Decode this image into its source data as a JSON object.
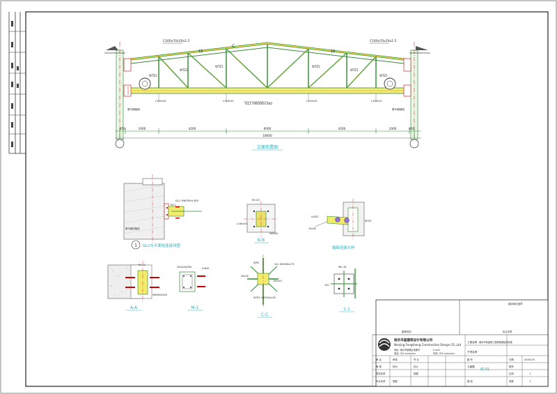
{
  "drawing": {
    "elevation_title": "立面布置图",
    "dims_top": [
      "450",
      "1000",
      "4200",
      "6000",
      "4200",
      "1000",
      "950"
    ],
    "dim_total": "18000",
    "purlin_label_left": "C160x70x20x2.5",
    "purlin_label_right": "C160x70x20x2.5",
    "slope_label_left": "15",
    "slope_label_right": "15",
    "section_mark_c": "C",
    "bottom_chord_label": "GL1 HW300×300",
    "member_labels": [
      "WTZ1",
      "WTZ1",
      "WTZ1",
      "WTZ1",
      "WTZ1",
      "WTZ1"
    ],
    "detail_labels": {
      "gl2": "GL2与平面柱连接详图",
      "gl2_number": "1",
      "bb": "B-B",
      "aa": "A-A",
      "m1": "M-1",
      "cc": "C-C",
      "s11": "1-1",
      "support": "端部连接大样"
    }
  },
  "title_block": {
    "company_cn": "南京丰盛建筑设计有限公司",
    "company_en": "Nanjing Fengsheng Construction Design CO.,Ltd",
    "drawing_no_label": "结-01",
    "project_label": "工程名称",
    "drawing_title_label": "立面图",
    "date": "2005.05",
    "scale": "1",
    "sheet": "1"
  }
}
